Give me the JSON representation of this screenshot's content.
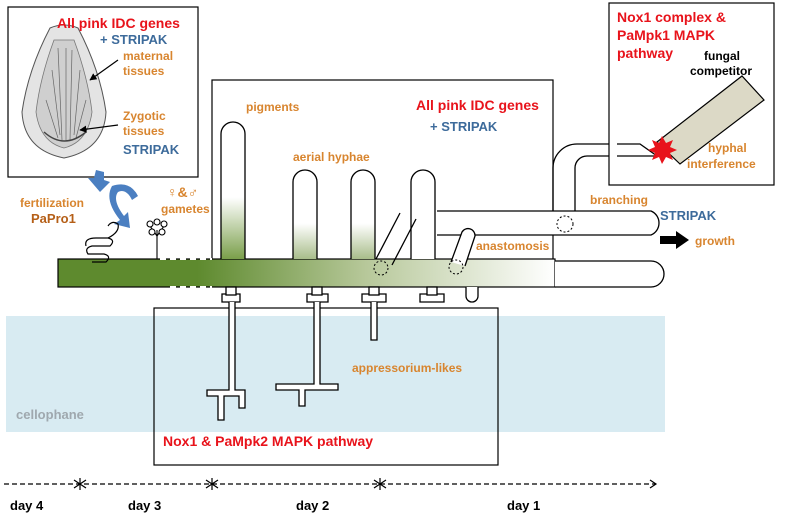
{
  "colors": {
    "red": "#e8131b",
    "blue": "#3d6b9b",
    "orange": "#d8852f",
    "brown": "#b55f17",
    "gray": "#9fa8ae",
    "cellophane": "#d8ebf2",
    "mycelium_green": "#5e8a2e",
    "competitor_fill": "#dcd9c6",
    "arrow_blue": "#4b7fc1"
  },
  "perithecium_box": {
    "title": "All pink IDC genes",
    "stripak": "+ STRIPAK",
    "maternal": [
      "maternal",
      "tissues"
    ],
    "zygotic": [
      "Zygotic",
      "tissues"
    ],
    "zygotic_stripak": "STRIPAK"
  },
  "fertilization": {
    "label": "fertilization",
    "gene": "PaPro1",
    "gametes_symbol": "♀&♂",
    "gametes_label": "gametes"
  },
  "central_box": {
    "title": "All pink IDC genes",
    "stripak": "+ STRIPAK",
    "pigments": "pigments",
    "aerial": "aerial hyphae",
    "anastomosis": "anastomosis"
  },
  "nox1_box": {
    "title": [
      "Nox1 complex &",
      "PaMpk1 MAPK",
      "pathway"
    ],
    "competitor": [
      "fungal",
      "competitor"
    ],
    "interference": [
      "hyphal",
      "interference"
    ]
  },
  "right_labels": {
    "branching": "branching",
    "stripak": "STRIPAK",
    "growth": "growth"
  },
  "bottom_box": {
    "appressorium": "appressorium-likes",
    "title": "Nox1 & PaMpk2 MAPK pathway"
  },
  "cellophane": "cellophane",
  "timeline": {
    "days": [
      "day 4",
      "day 3",
      "day 2",
      "day 1"
    ]
  }
}
